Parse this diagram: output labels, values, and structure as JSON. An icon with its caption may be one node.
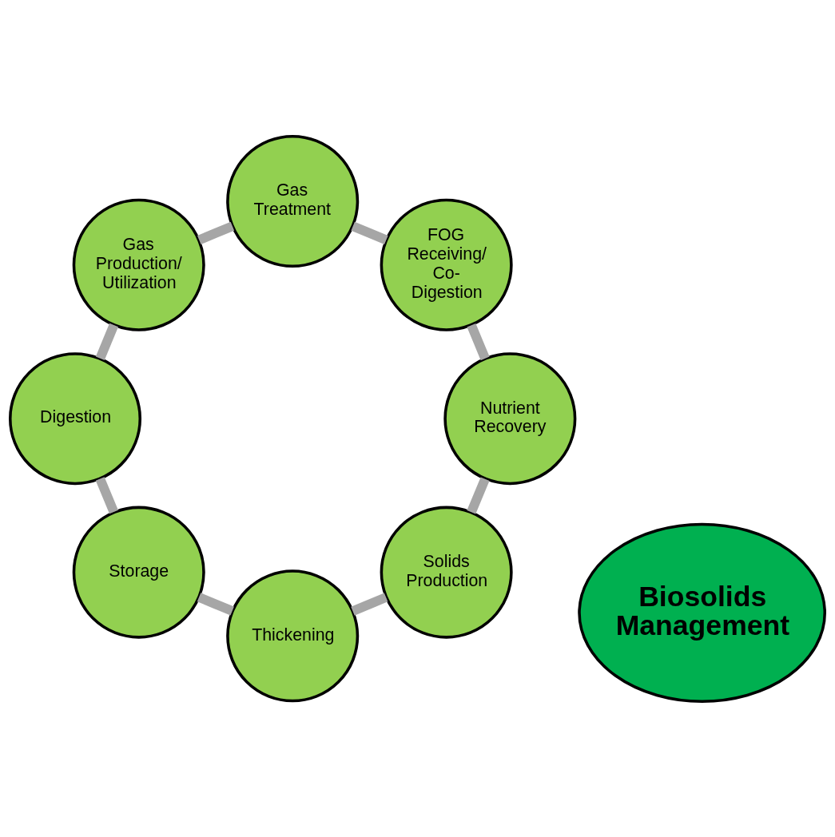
{
  "diagram": {
    "nodes": [
      {
        "text": [
          "Solids Production"
        ]
      },
      {
        "text": [
          "Nutrient Recovery"
        ]
      },
      {
        "text": [
          "Thickening"
        ]
      },
      {
        "text": [
          "FOG Receiving/ Co- Digestion"
        ]
      },
      {
        "text": [
          "Biosolids Management"
        ]
      },
      {
        "text": [
          "Storage"
        ]
      },
      {
        "text": [
          "Gas Treatment"
        ]
      },
      {
        "text": [
          "Digestion"
        ]
      },
      {
        "text": [
          "Gas Production/ Utilization"
        ]
      }
    ],
    "edges": [
      {
        "from": 0,
        "to": 2,
        "arrow": "none"
      },
      {
        "from": 2,
        "to": 5,
        "arrow": "none"
      },
      {
        "from": 5,
        "to": 7,
        "arrow": "none"
      },
      {
        "from": 7,
        "to": 8,
        "arrow": "none"
      },
      {
        "from": 8,
        "to": 6,
        "arrow": "none"
      },
      {
        "from": 6,
        "to": 3,
        "arrow": "none"
      },
      {
        "from": 3,
        "to": 1,
        "arrow": "none"
      },
      {
        "from": 1,
        "to": 0,
        "arrow": "none"
      }
    ]
  }
}
